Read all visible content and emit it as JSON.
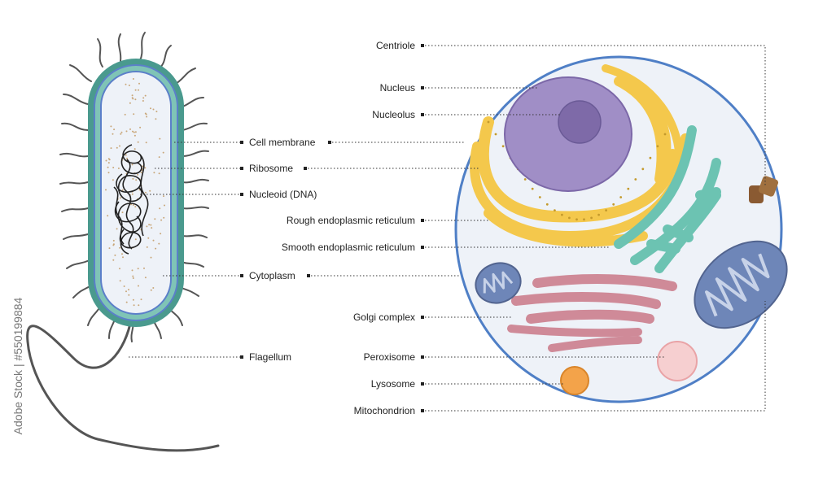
{
  "watermark": "Adobe Stock | #550199884",
  "colors": {
    "bacteria_wall": "#4a9a8e",
    "bacteria_membrane": "#5b7fc9",
    "cytoplasm": "#eef2f8",
    "cell_outline": "#4f7fc6",
    "nucleus": "#a08ec6",
    "nucleolus": "#7e6aa8",
    "rough_er": "#f4c84c",
    "smooth_er": "#6cc3b2",
    "golgi": "#cf8a98",
    "mitochondrion": "#6e86b8",
    "peroxisome": "#f6cfd0",
    "lysosome": "#f3a34a",
    "centriole": "#8a5a32"
  },
  "bacterium_labels": [
    "Cell membrane",
    "Ribosome",
    "Nucleoid (DNA)",
    "Cytoplasm",
    "Flagellum"
  ],
  "animal_cell_labels": [
    "Centriole",
    "Nucleus",
    "Nucleolus",
    "Rough endoplasmic reticulum",
    "Smooth endoplasmic reticulum",
    "Golgi complex",
    "Peroxisome",
    "Lysosome",
    "Mitochondrion"
  ]
}
